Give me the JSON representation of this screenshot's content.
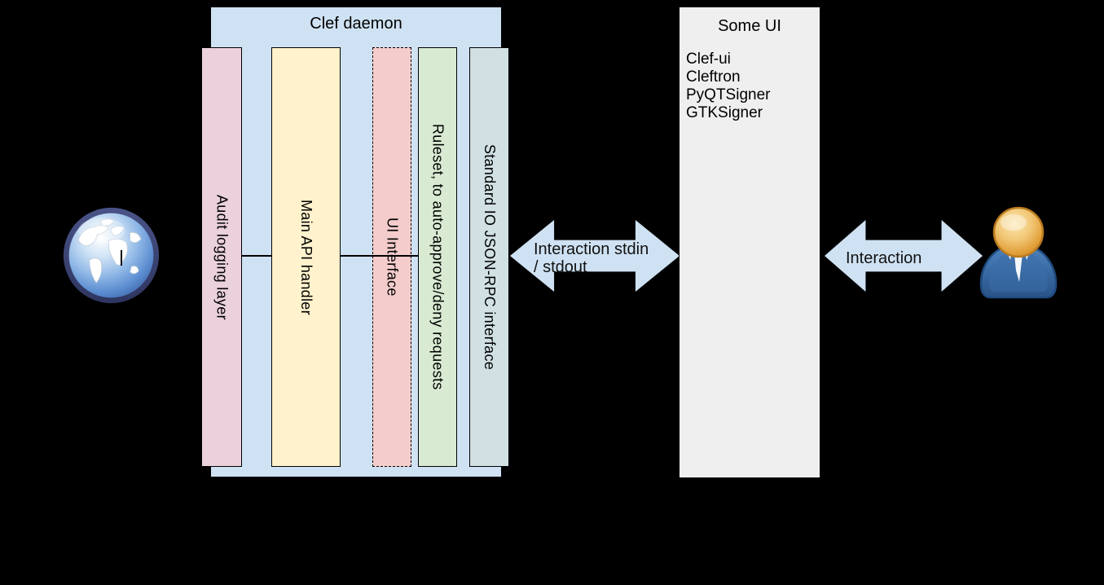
{
  "colors": {
    "background": "#000000",
    "container_blue": "#cfe2f3",
    "audit_pink": "#ead1dc",
    "api_yellow": "#fff2cc",
    "ui_red": "#f4cccc",
    "ruleset_green": "#d9ead3",
    "stdio_cyan": "#d0e0e3",
    "someui_gray": "#efefef",
    "arrow_blue": "#cfe2f3",
    "line_black": "#000000"
  },
  "icons": {
    "left": "globe-icon",
    "right": "user-icon"
  },
  "clef_daemon": {
    "title": "Clef daemon",
    "bars": [
      {
        "label": "Audit logging layer"
      },
      {
        "label": "Main API handler"
      },
      {
        "label": "UI Interface"
      },
      {
        "label": "Ruleset, to auto-approve/deny requests"
      },
      {
        "label": "Standard IO JSON-RPC interface"
      }
    ]
  },
  "stdio_arrow": {
    "label_line1": "Interaction stdin",
    "label_line2": "/ stdout"
  },
  "some_ui": {
    "title": "Some UI",
    "items": [
      "Clef-ui",
      "Cleftron",
      "PyQTSigner",
      "GTKSigner"
    ]
  },
  "user_arrow": {
    "label": "Interaction"
  }
}
